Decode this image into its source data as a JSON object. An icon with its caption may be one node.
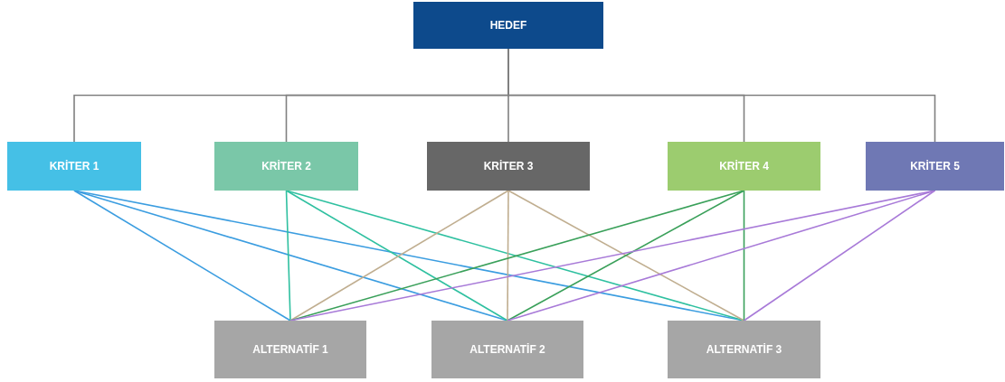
{
  "diagram": {
    "nodes": [
      {
        "text": [
          "HEDEF"
        ]
      },
      {
        "text": [
          "KRİTER 1"
        ]
      },
      {
        "text": [
          "KRİTER 2"
        ]
      },
      {
        "text": [
          "KRİTER 3"
        ]
      },
      {
        "text": [
          "KRİTER 4"
        ]
      },
      {
        "text": [
          "KRİTER 5"
        ]
      },
      {
        "text": [
          "ALTERNATİF 1"
        ]
      },
      {
        "text": [
          "ALTERNATİF 2"
        ]
      },
      {
        "text": [
          "ALTERNATİF 3"
        ]
      }
    ],
    "edges": [
      {
        "from": 0,
        "to": 1,
        "arrow": "none",
        "color": "#808080"
      },
      {
        "from": 0,
        "to": 2,
        "arrow": "none",
        "color": "#808080"
      },
      {
        "from": 0,
        "to": 3,
        "arrow": "none",
        "color": "#808080"
      },
      {
        "from": 0,
        "to": 4,
        "arrow": "none",
        "color": "#808080"
      },
      {
        "from": 0,
        "to": 5,
        "arrow": "none",
        "color": "#808080"
      },
      {
        "from": 1,
        "to": 6,
        "arrow": "none",
        "color": "#3b9de0"
      },
      {
        "from": 1,
        "to": 7,
        "arrow": "none",
        "color": "#3b9de0"
      },
      {
        "from": 1,
        "to": 8,
        "arrow": "none",
        "color": "#3b9de0"
      },
      {
        "from": 2,
        "to": 6,
        "arrow": "none",
        "color": "#2fc0a0"
      },
      {
        "from": 2,
        "to": 7,
        "arrow": "none",
        "color": "#2fc0a0"
      },
      {
        "from": 2,
        "to": 8,
        "arrow": "none",
        "color": "#2fc0a0"
      },
      {
        "from": 3,
        "to": 6,
        "arrow": "none",
        "color": "#c0ae90"
      },
      {
        "from": 3,
        "to": 7,
        "arrow": "none",
        "color": "#c0ae90"
      },
      {
        "from": 3,
        "to": 8,
        "arrow": "none",
        "color": "#c0ae90"
      },
      {
        "from": 4,
        "to": 6,
        "arrow": "none",
        "color": "#3aa05a"
      },
      {
        "from": 4,
        "to": 7,
        "arrow": "none",
        "color": "#3aa05a"
      },
      {
        "from": 4,
        "to": 8,
        "arrow": "none",
        "color": "#3aa05a"
      },
      {
        "from": 5,
        "to": 6,
        "arrow": "none",
        "color": "#a87ad8"
      },
      {
        "from": 5,
        "to": 7,
        "arrow": "none",
        "color": "#a87ad8"
      },
      {
        "from": 5,
        "to": 8,
        "arrow": "none",
        "color": "#a87ad8"
      }
    ]
  }
}
